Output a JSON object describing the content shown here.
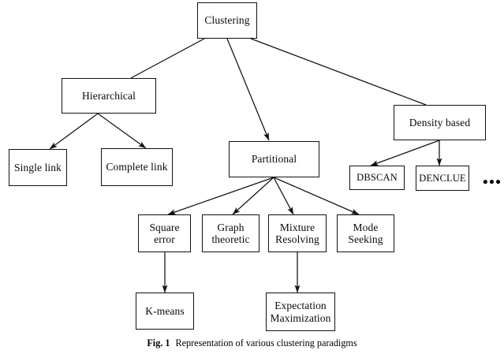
{
  "figure": {
    "caption_tag": "Fig. 1",
    "caption_text": "Representation of various clustering paradigms",
    "background_color": "#ffffff",
    "stroke_color": "#111111"
  },
  "nodes": {
    "clustering": {
      "label": "Clustering"
    },
    "hierarchical": {
      "label": "Hierarchical"
    },
    "single_link": {
      "label": "Single link"
    },
    "complete_link": {
      "label": "Complete link"
    },
    "partitional": {
      "label": "Partitional"
    },
    "density_based": {
      "label": "Density based"
    },
    "dbscan": {
      "label": "DBSCAN"
    },
    "denclue": {
      "label": "DENCLUE"
    },
    "square_error": {
      "label": "Square\nerror"
    },
    "graph_theoretic": {
      "label": "Graph\ntheoretic"
    },
    "mixture_resolving": {
      "label": "Mixture\nResolving"
    },
    "mode_seeking": {
      "label": "Mode\nSeeking"
    },
    "k_means": {
      "label": "K-means"
    },
    "expectation_maximization": {
      "label": "Expectation\nMaximization"
    },
    "more_density_methods": {
      "label": "•••"
    }
  },
  "chart_data": {
    "type": "tree-diagram",
    "title": "Representation of various clustering paradigms",
    "root": "Clustering",
    "edges": [
      {
        "from": "Clustering",
        "to": "Hierarchical",
        "arrow": false
      },
      {
        "from": "Clustering",
        "to": "Partitional",
        "arrow": true
      },
      {
        "from": "Clustering",
        "to": "Density based",
        "arrow": false
      },
      {
        "from": "Hierarchical",
        "to": "Single link",
        "arrow": true
      },
      {
        "from": "Hierarchical",
        "to": "Complete link",
        "arrow": true
      },
      {
        "from": "Partitional",
        "to": "Square error",
        "arrow": true
      },
      {
        "from": "Partitional",
        "to": "Graph theoretic",
        "arrow": true
      },
      {
        "from": "Partitional",
        "to": "Mixture Resolving",
        "arrow": true
      },
      {
        "from": "Partitional",
        "to": "Mode Seeking",
        "arrow": true
      },
      {
        "from": "Square error",
        "to": "K-means",
        "arrow": true
      },
      {
        "from": "Mixture Resolving",
        "to": "Expectation Maximization",
        "arrow": true
      },
      {
        "from": "Density based",
        "to": "DBSCAN",
        "arrow": true
      },
      {
        "from": "Density based",
        "to": "DENCLUE",
        "arrow": true
      }
    ],
    "levels": [
      [
        "Clustering"
      ],
      [
        "Hierarchical",
        "Partitional",
        "Density based"
      ],
      [
        "Single link",
        "Complete link",
        "Square error",
        "Graph theoretic",
        "Mixture Resolving",
        "Mode Seeking",
        "DBSCAN",
        "DENCLUE"
      ],
      [
        "K-means",
        "Expectation Maximization"
      ]
    ]
  }
}
